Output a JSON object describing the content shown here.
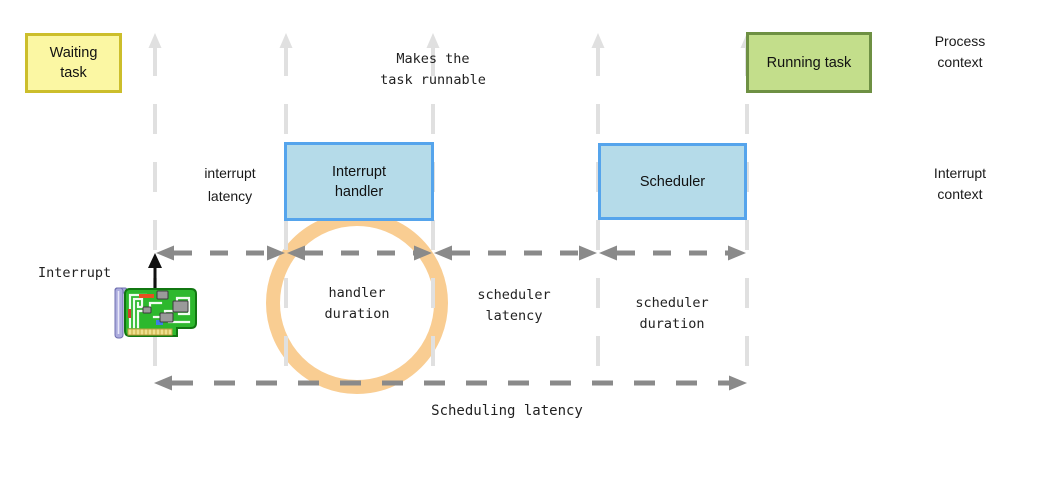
{
  "colors": {
    "waiting_fill": "#FBF7A3",
    "waiting_border": "#CCBE2B",
    "running_fill": "#C3DE8B",
    "running_border": "#6E9043",
    "panel_fill": "#B5DBE9",
    "panel_border": "#55A4EC",
    "timeline_gray": "#E0E0E0",
    "arrow_gray": "#8A8A8A",
    "ring_orange": "#F9CD92",
    "text_dark": "#1A1A1A",
    "card_green": "#2DB82D",
    "card_green_dark": "#117711",
    "card_connector": "#EFE08E",
    "card_bracket": "#ACACDE"
  },
  "boxes": {
    "waiting_task": "Waiting\ntask",
    "running_task": "Running task",
    "interrupt_handler": "Interrupt\nhandler",
    "scheduler": "Scheduler"
  },
  "contexts": {
    "process": "Process\ncontext",
    "interrupt": "Interrupt\ncontext"
  },
  "annotations": {
    "makes_runnable": "Makes the\ntask runnable",
    "interrupt_latency": "interrupt\nlatency",
    "handler_duration": "handler\nduration",
    "scheduler_latency": "scheduler\nlatency",
    "scheduler_duration": "scheduler\nduration",
    "scheduling_latency": "Scheduling latency",
    "interrupt": "Interrupt"
  },
  "icons": {
    "network_card": "network-card-icon"
  }
}
